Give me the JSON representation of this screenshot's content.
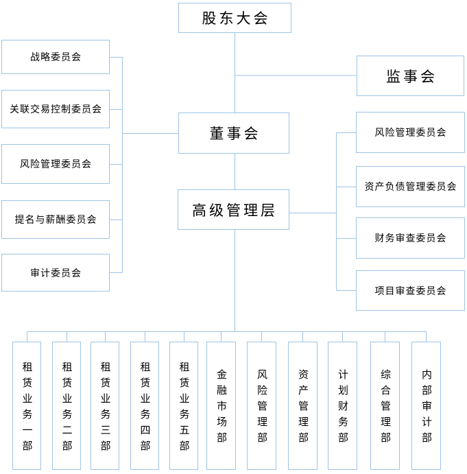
{
  "colors": {
    "box_border": "#9DC3E6",
    "connector": "#9DC3E6",
    "text": "#000000",
    "background": "#FFFFFF"
  },
  "org": {
    "top": {
      "label": "股东大会"
    },
    "supervisory_board": {
      "label": "监事会"
    },
    "board_of_directors": {
      "label": "董事会"
    },
    "senior_management": {
      "label": "高级管理层"
    },
    "board_committees": [
      {
        "label": "战略委员会"
      },
      {
        "label": "关联交易控制委员会"
      },
      {
        "label": "风险管理委员会"
      },
      {
        "label": "提名与薪酬委员会"
      },
      {
        "label": "审计委员会"
      }
    ],
    "management_committees": [
      {
        "label": "风险管理委员会"
      },
      {
        "label": "资产负债管理委员会"
      },
      {
        "label": "财务审查委员会"
      },
      {
        "label": "项目审查委员会"
      }
    ],
    "departments": [
      {
        "label": "租赁业务一部"
      },
      {
        "label": "租赁业务二部"
      },
      {
        "label": "租赁业务三部"
      },
      {
        "label": "租赁业务四部"
      },
      {
        "label": "租赁业务五部"
      },
      {
        "label": "金融市场部"
      },
      {
        "label": "风险管理部"
      },
      {
        "label": "资产管理部"
      },
      {
        "label": "计划财务部"
      },
      {
        "label": "综合管理部"
      },
      {
        "label": "内部审计部"
      }
    ]
  }
}
